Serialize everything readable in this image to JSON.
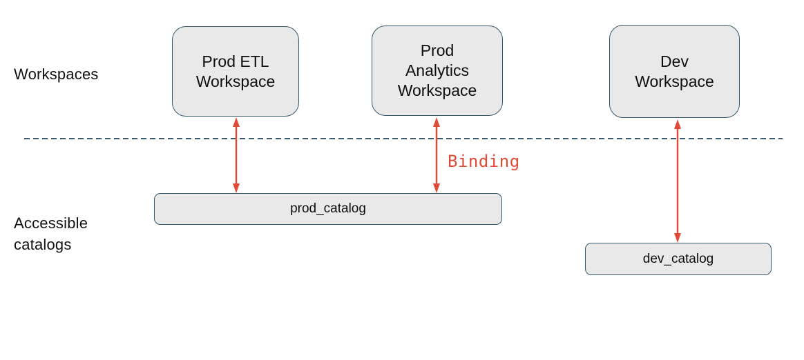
{
  "colors": {
    "box_fill": "#e9e9e9",
    "box_border": "#35576b",
    "divider": "#3b5a6b",
    "accent": "#e04b35",
    "text": "#121212"
  },
  "row_labels": {
    "workspaces": "Workspaces",
    "catalogs": "Accessible\ncatalogs"
  },
  "workspaces": [
    {
      "label": "Prod ETL\nWorkspace"
    },
    {
      "label": "Prod\nAnalytics\nWorkspace"
    },
    {
      "label": "Dev\nWorkspace"
    }
  ],
  "catalogs": [
    {
      "label": "prod_catalog"
    },
    {
      "label": "dev_catalog"
    }
  ],
  "binding_label": "Binding",
  "connections": [
    {
      "from": "Prod ETL Workspace",
      "to": "prod_catalog",
      "style": "double-headed-red-arrow"
    },
    {
      "from": "Prod Analytics Workspace",
      "to": "prod_catalog",
      "style": "double-headed-red-arrow",
      "label": "Binding"
    },
    {
      "from": "Dev Workspace",
      "to": "dev_catalog",
      "style": "double-headed-red-arrow"
    }
  ]
}
